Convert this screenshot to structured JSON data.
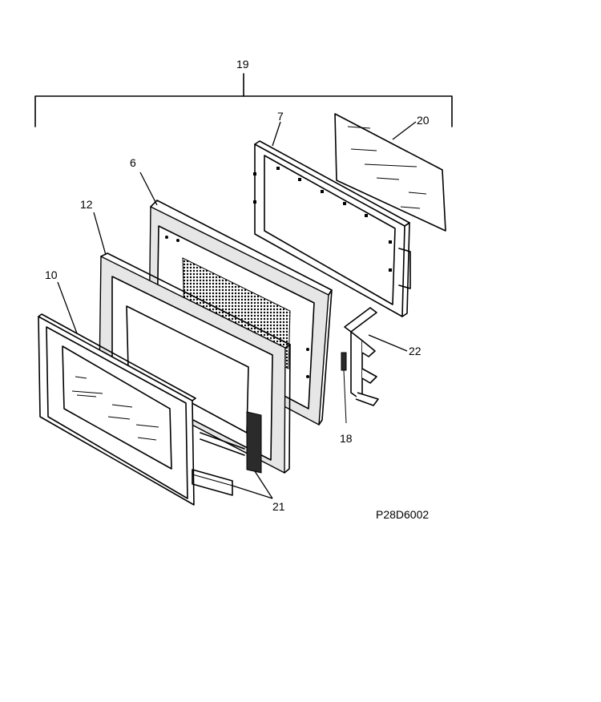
{
  "diagram": {
    "drawing_code": "P28D6002",
    "callouts": {
      "door_assembly": "19",
      "frame_gasket": "7",
      "glass_window": "20",
      "inner_door": "6",
      "choke_frame": "12",
      "outer_panel": "10",
      "latch_hook": "22",
      "latch_spring": "18",
      "trim_strips": "21"
    }
  }
}
